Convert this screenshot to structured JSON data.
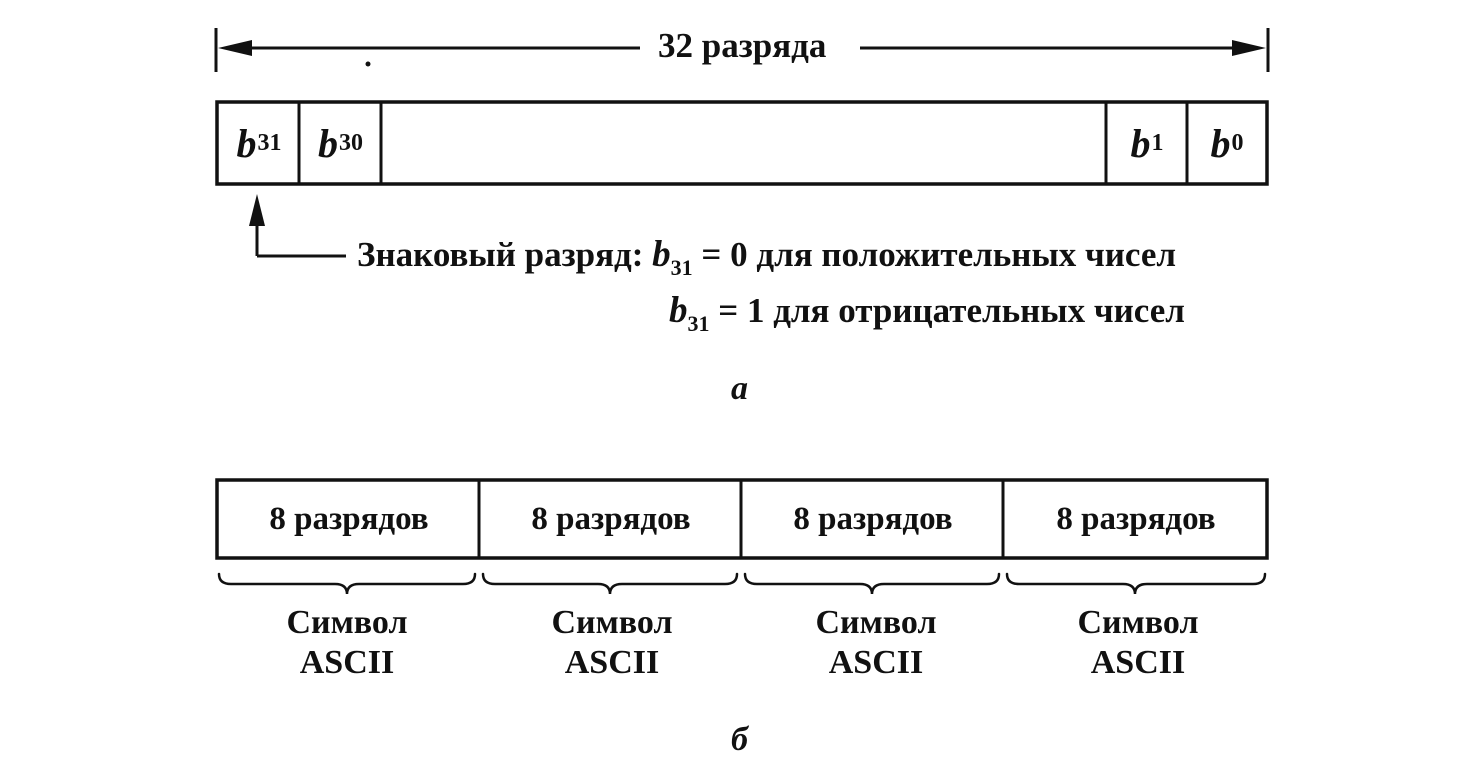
{
  "part_a": {
    "width_label": "32 разряда",
    "bits": [
      {
        "name": "b",
        "sub": "31"
      },
      {
        "name": "b",
        "sub": "30"
      },
      {
        "name": "b",
        "sub": "1"
      },
      {
        "name": "b",
        "sub": "0"
      }
    ],
    "sign_note": {
      "line1_prefix": "Знаковый разряд:",
      "line1_var": "b",
      "line1_sub": "31",
      "line1_rest": "= 0 для положительных чисел",
      "line2_var": "b",
      "line2_sub": "31",
      "line2_rest": "= 1 для отрицательных чисел"
    },
    "label": "а"
  },
  "part_b": {
    "bytes": [
      {
        "label": "8 разрядов",
        "char_line1": "Символ",
        "char_line2": "ASCII"
      },
      {
        "label": "8 разрядов",
        "char_line1": "Символ",
        "char_line2": "ASCII"
      },
      {
        "label": "8 разрядов",
        "char_line1": "Символ",
        "char_line2": "ASCII"
      },
      {
        "label": "8 разрядов",
        "char_line1": "Символ",
        "char_line2": "ASCII"
      }
    ],
    "label": "б"
  }
}
